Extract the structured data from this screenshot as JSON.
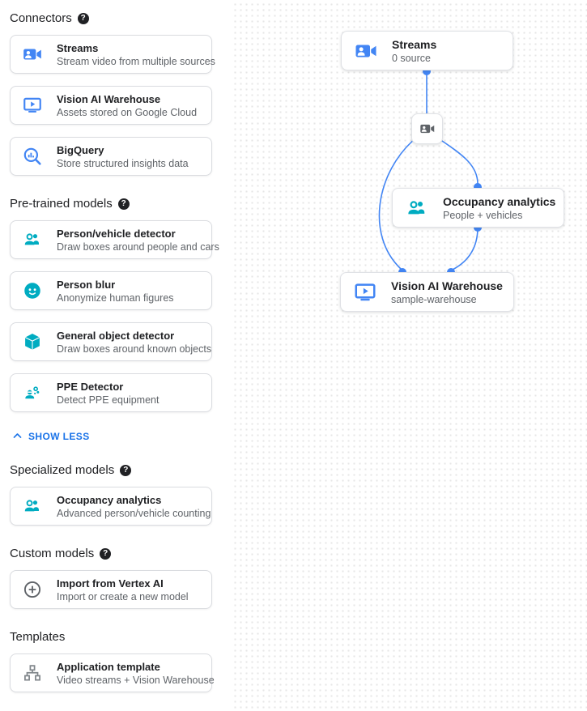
{
  "glyphs": {
    "help": "?"
  },
  "colors": {
    "icon_blue": "#4285f4",
    "icon_teal": "#00acc1",
    "icon_gray": "#5f6368",
    "link_blue": "#1a73e8",
    "edge_blue": "#4285f4",
    "text_primary": "#202124",
    "text_secondary": "#5f6368"
  },
  "sidebar": {
    "show_less_label": "SHOW LESS",
    "sections": [
      {
        "heading": "Connectors",
        "items": [
          {
            "icon": "streams-icon",
            "title": "Streams",
            "subtitle": "Stream video from multiple sources"
          },
          {
            "icon": "warehouse-icon",
            "title": "Vision AI Warehouse",
            "subtitle": "Assets stored on Google Cloud"
          },
          {
            "icon": "bigquery-icon",
            "title": "BigQuery",
            "subtitle": "Store structured insights data"
          }
        ]
      },
      {
        "heading": "Pre-trained models",
        "items": [
          {
            "icon": "person-vehicle-icon",
            "title": "Person/vehicle detector",
            "subtitle": "Draw boxes around people and cars"
          },
          {
            "icon": "person-blur-icon",
            "title": "Person blur",
            "subtitle": "Anonymize human figures"
          },
          {
            "icon": "object-detector-icon",
            "title": "General object detector",
            "subtitle": "Draw boxes around known objects"
          },
          {
            "icon": "ppe-detector-icon",
            "title": "PPE Detector",
            "subtitle": "Detect PPE equipment"
          }
        ]
      },
      {
        "heading": "Specialized models",
        "items": [
          {
            "icon": "occupancy-icon",
            "title": "Occupancy analytics",
            "subtitle": "Advanced person/vehicle counting"
          }
        ]
      },
      {
        "heading": "Custom models",
        "items": [
          {
            "icon": "vertex-import-icon",
            "title": "Import from Vertex AI",
            "subtitle": "Import or create a new model"
          }
        ]
      },
      {
        "heading": "Templates",
        "items": [
          {
            "icon": "application-template-icon",
            "title": "Application template",
            "subtitle": "Video streams + Vision Warehouse"
          }
        ]
      }
    ]
  },
  "canvas": {
    "nodes": {
      "streams": {
        "title": "Streams",
        "subtitle": "0 source"
      },
      "occupancy": {
        "title": "Occupancy analytics",
        "subtitle": "People + vehicles"
      },
      "warehouse": {
        "title": "Vision AI Warehouse",
        "subtitle": "sample-warehouse"
      }
    }
  }
}
